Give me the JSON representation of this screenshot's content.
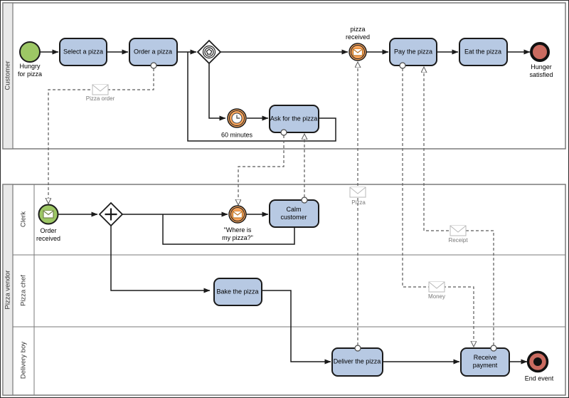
{
  "pools": {
    "customer": {
      "label": "Customer"
    },
    "vendor": {
      "label": "Pizza vendor",
      "lanes": {
        "clerk": "Clerk",
        "chef": "Pizza chef",
        "delivery": "Delivery boy"
      }
    }
  },
  "events": {
    "hungry": "Hungry\nfor pizza",
    "timer": "60 minutes",
    "pizza_received": "pizza\nreceived",
    "hunger_satisfied": "Hunger\nsatisfied",
    "order_received": "Order\nreceived",
    "where_is_my_pizza": "\"Where is\nmy pizza?\"",
    "end_event": "End event"
  },
  "tasks": {
    "select": "Select a pizza",
    "order": "Order a pizza",
    "pay": "Pay the pizza",
    "eat": "Eat the pizza",
    "ask": "Ask for the pizza",
    "calm": "Calm\ncustomer",
    "bake": "Bake the pizza",
    "deliver": "Deliver the pizza",
    "receive": "Receive\npayment"
  },
  "messages": {
    "pizza_order": "Pizza order",
    "pizza": "Pizza",
    "money": "Money",
    "receipt": "Receipt"
  },
  "colors": {
    "task_fill": "#b7c9e3",
    "task_stroke": "#1a1a1a",
    "event_green": "#9dc765",
    "event_orange": "#f9a55c",
    "event_red": "#ca6b60",
    "lane_band": "#e9e9e9",
    "pool_stroke": "#7a7a7a",
    "flow": "#1a1a1a",
    "message_flow": "#5a5a5a"
  }
}
